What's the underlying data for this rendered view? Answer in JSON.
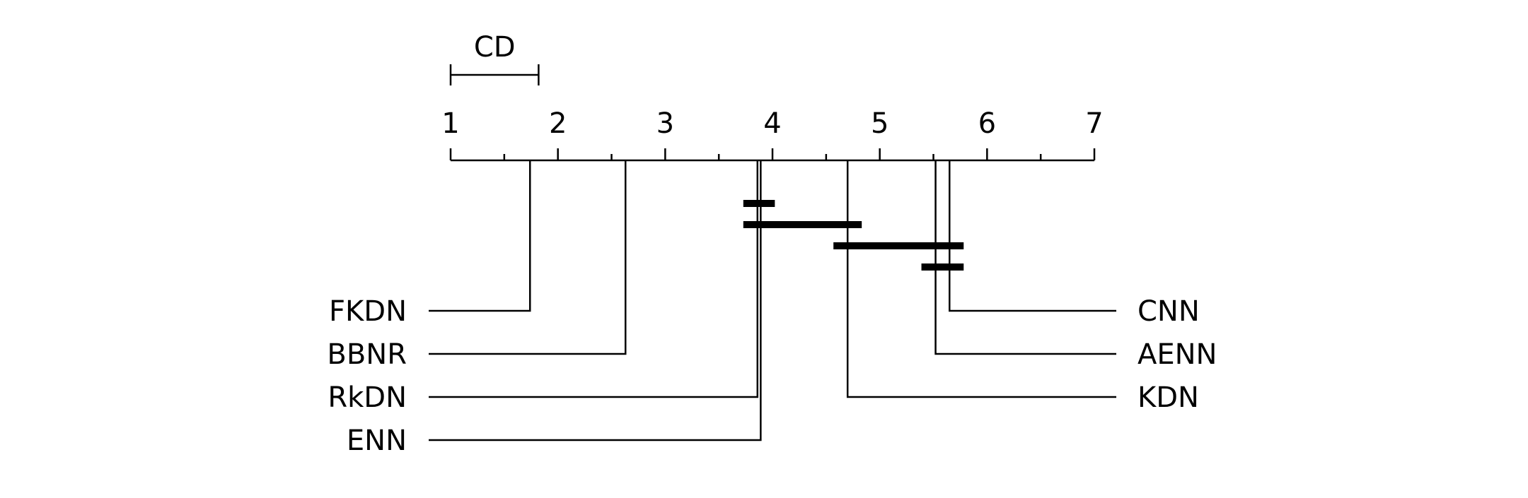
{
  "chart_data": {
    "type": "critical-difference-diagram",
    "cd_label": "CD",
    "cd_value": 0.82,
    "axis": {
      "min": 1,
      "max": 7,
      "tick_labels": [
        "1",
        "2",
        "3",
        "4",
        "5",
        "6",
        "7"
      ],
      "minor_ticks": [
        1.5,
        2.5,
        3.5,
        4.5,
        5.5,
        6.5
      ]
    },
    "methods_left": [
      {
        "name": "FKDN",
        "rank": 1.74
      },
      {
        "name": "BBNR",
        "rank": 2.63
      },
      {
        "name": "RkDN",
        "rank": 3.86
      },
      {
        "name": "ENN",
        "rank": 3.89
      }
    ],
    "methods_right": [
      {
        "name": "CNN",
        "rank": 5.65
      },
      {
        "name": "AENN",
        "rank": 5.52
      },
      {
        "name": "KDN",
        "rank": 4.7
      }
    ],
    "cliques": [
      [
        3.86,
        3.89
      ],
      [
        3.86,
        4.7
      ],
      [
        4.7,
        5.65
      ],
      [
        5.52,
        5.65
      ]
    ]
  }
}
